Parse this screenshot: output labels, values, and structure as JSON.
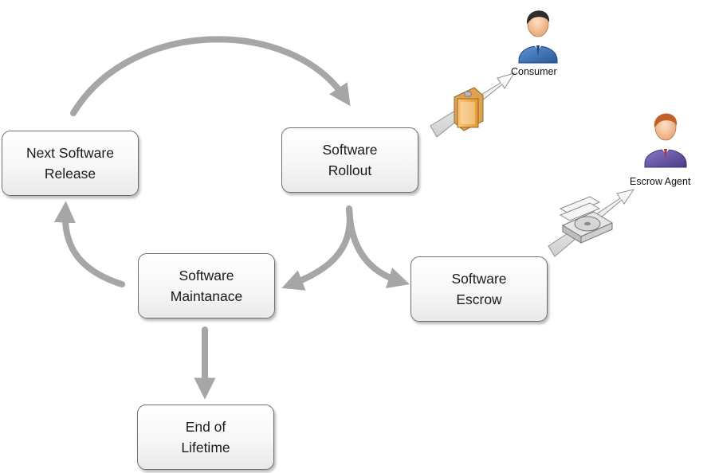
{
  "nodes": {
    "next_release": "Next Software\nRelease",
    "rollout": "Software\nRollout",
    "maintenance": "Software\nMaintanace",
    "escrow": "Software\nEscrow",
    "end_of_lifetime": "End of\nLifetime"
  },
  "actors": {
    "consumer": "Consumer",
    "escrow_agent": "Escrow Agent"
  },
  "colors": {
    "arrow": "#a6a6a6",
    "box_border": "#6f6f6f",
    "person_blue": "#3a6fb0",
    "person_purple": "#5b4a9a",
    "package": "#f2b35a"
  },
  "icons": {
    "consumer": "person-icon",
    "escrow_agent": "person-icon",
    "delivery_to_consumer": "software-package-icon",
    "delivery_to_escrow": "disk-drive-icon"
  }
}
